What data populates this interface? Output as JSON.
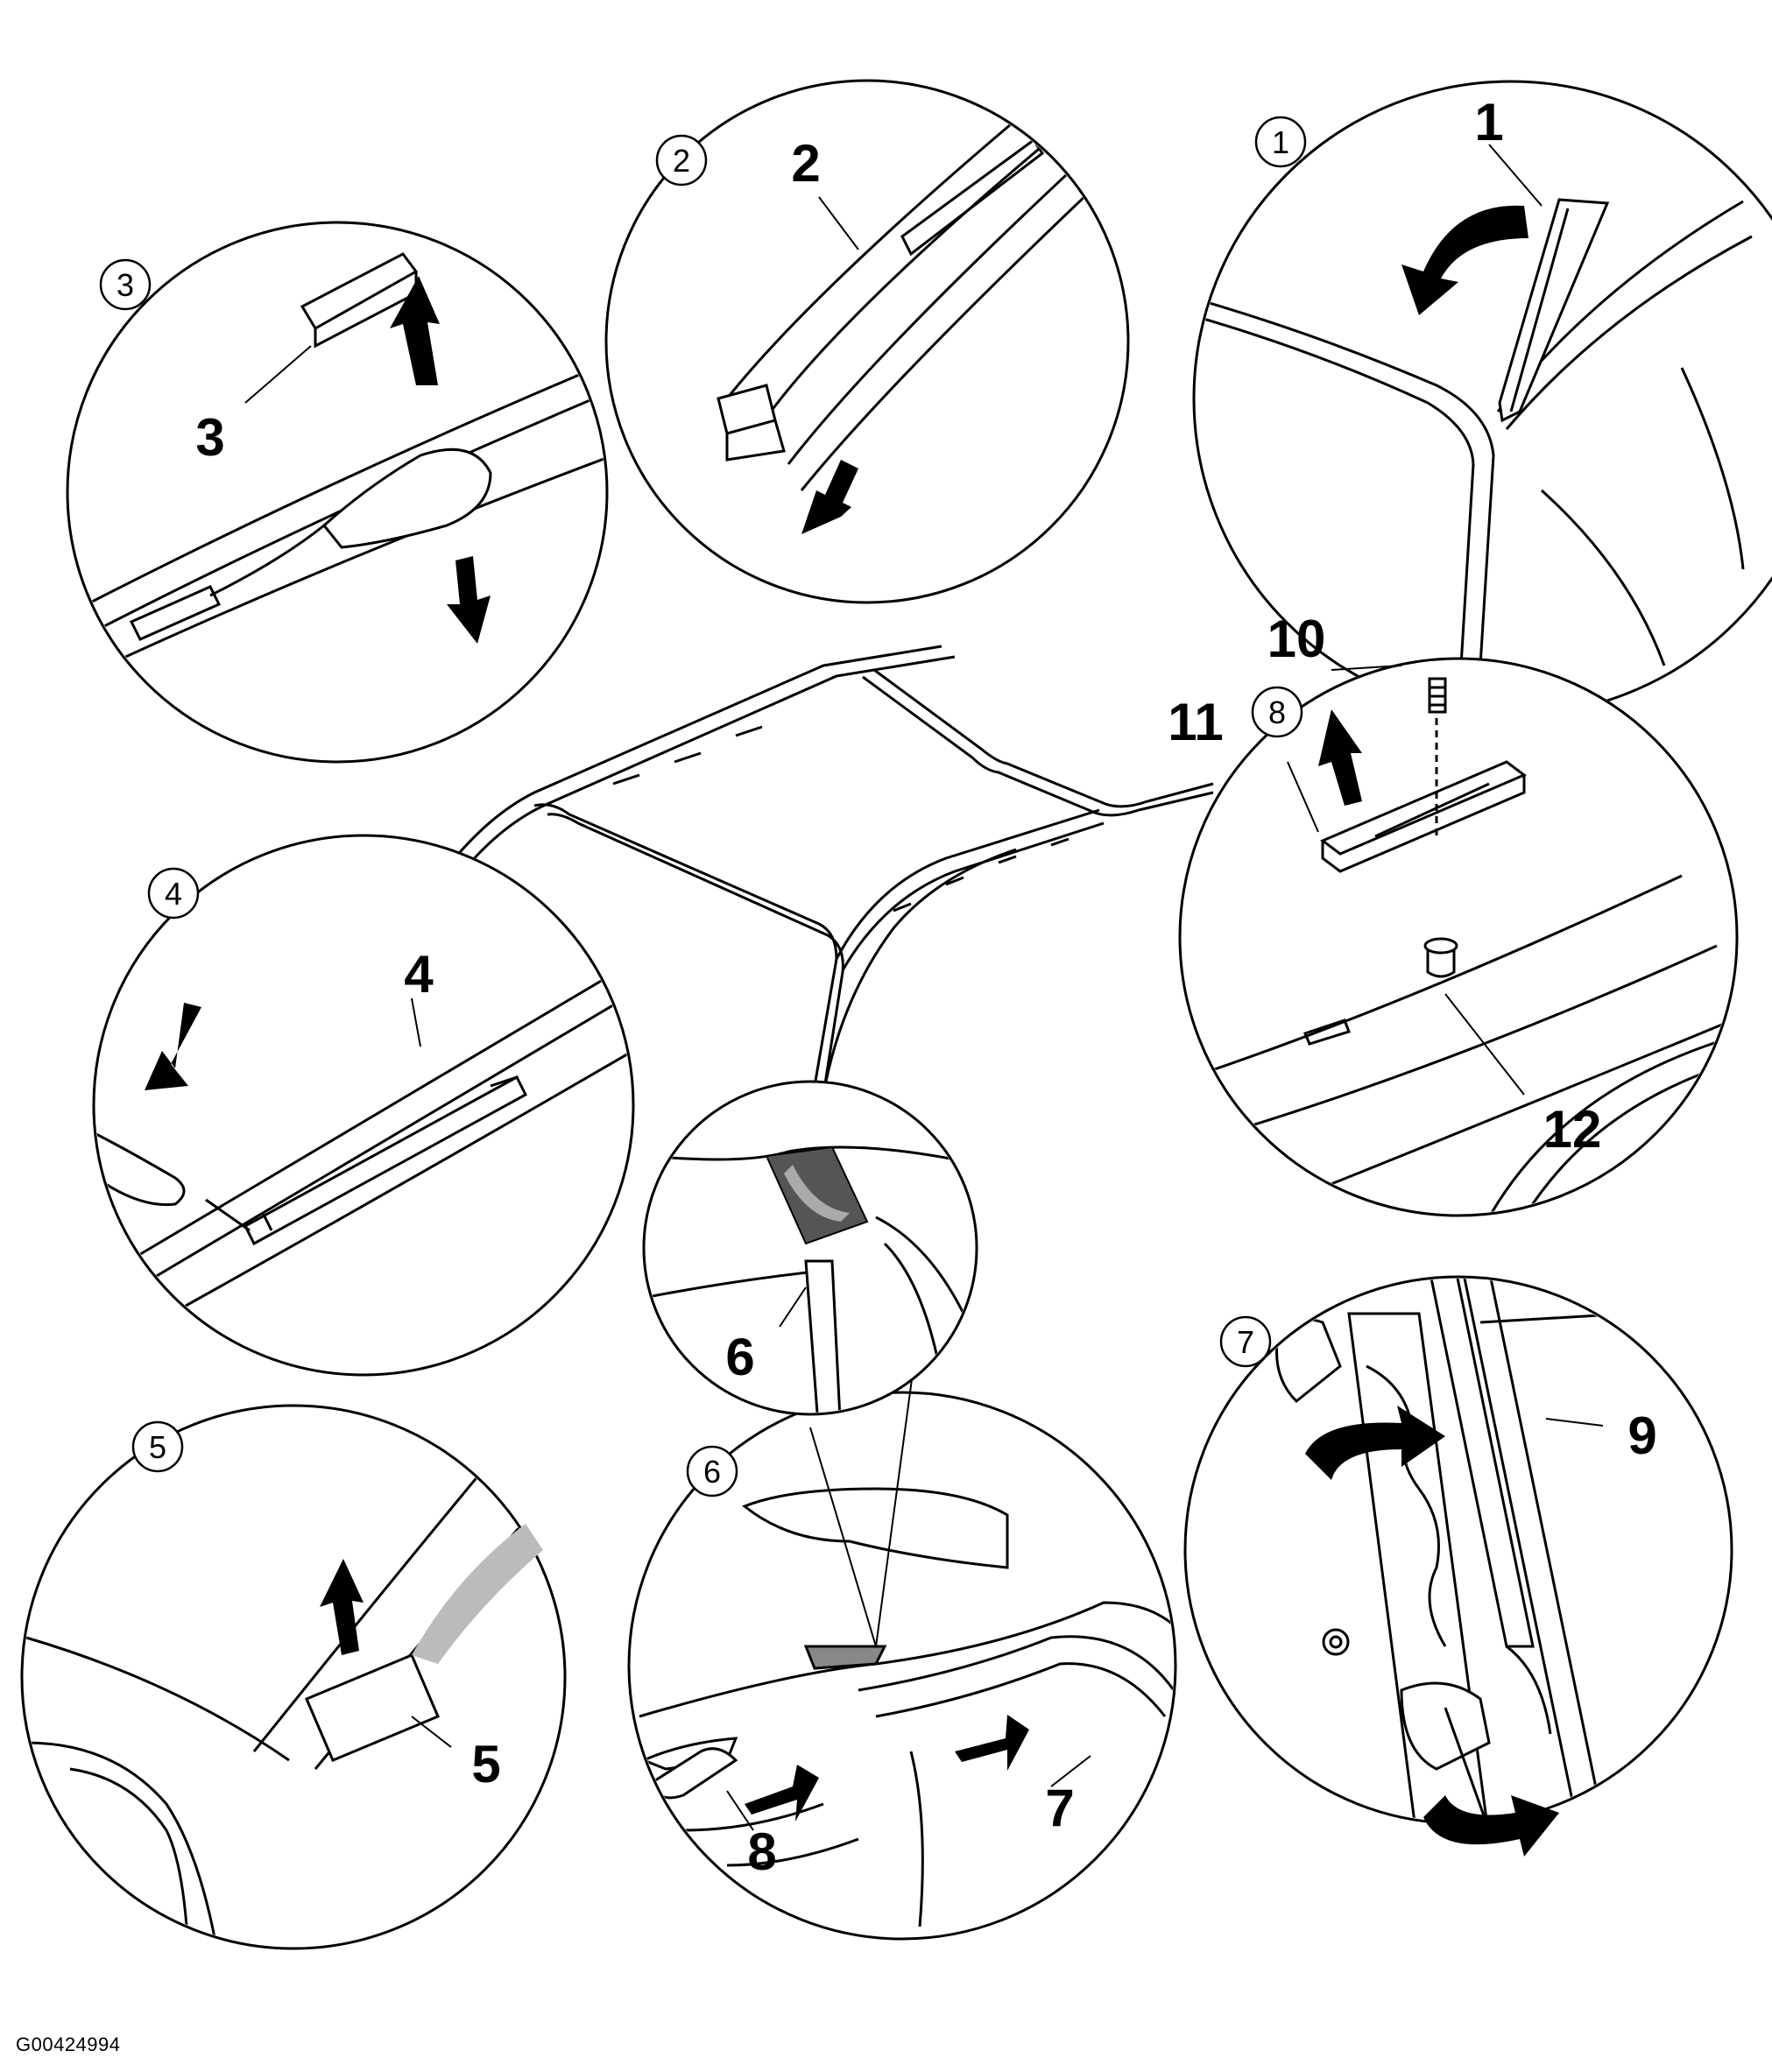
{
  "figure_id": "G00424994",
  "step_markers": [
    "1",
    "2",
    "3",
    "4",
    "5",
    "6",
    "7",
    "8"
  ],
  "callouts": [
    "1",
    "2",
    "3",
    "4",
    "5",
    "6",
    "7",
    "8",
    "9",
    "10",
    "11",
    "12"
  ],
  "colors": {
    "line": "#000000",
    "background": "#ffffff",
    "shade": "#9a9a9a",
    "dark": "#333333"
  }
}
